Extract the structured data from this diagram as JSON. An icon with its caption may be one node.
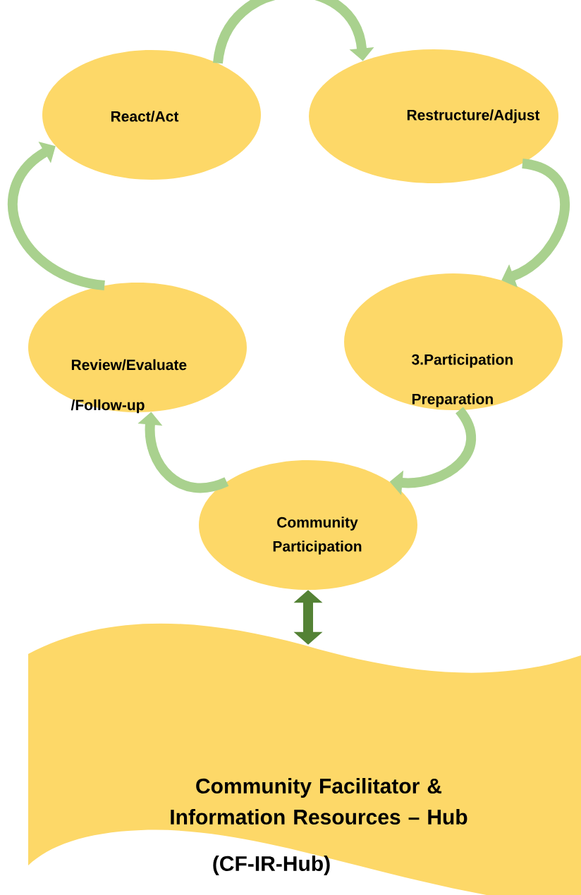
{
  "diagram": {
    "nodes": [
      {
        "text": [
          "React/Act"
        ]
      },
      {
        "text": [
          "Restructure/Adjust"
        ]
      },
      {
        "text": [
          "3.Participation Preparation"
        ]
      },
      {
        "text": [
          "Community Participation"
        ]
      },
      {
        "text": [
          "Review/Evaluate /Follow-up"
        ]
      },
      {
        "text": [
          "Community Facilitator & Information Resources – Hub",
          "(CF-IR-Hub)"
        ]
      }
    ],
    "edges": [
      {
        "from": 0,
        "to": 1,
        "arrow": "to"
      },
      {
        "from": 1,
        "to": 2,
        "arrow": "to"
      },
      {
        "from": 2,
        "to": 3,
        "arrow": "to"
      },
      {
        "from": 3,
        "to": 4,
        "arrow": "to"
      },
      {
        "from": 4,
        "to": 0,
        "arrow": "to"
      },
      {
        "from": 3,
        "to": 5,
        "arrow": "both",
        "color": "#548235"
      }
    ]
  }
}
